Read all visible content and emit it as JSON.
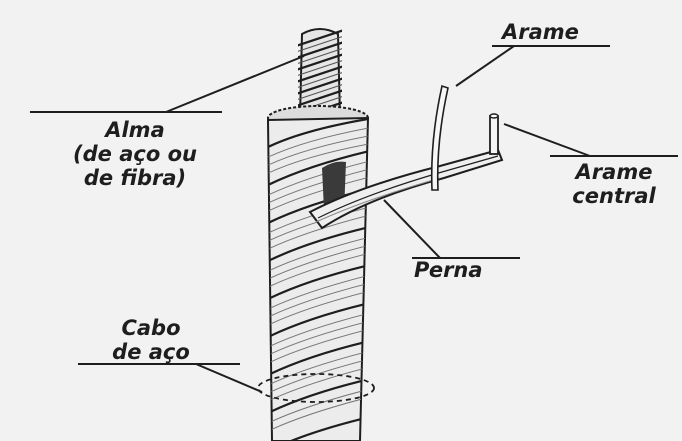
{
  "labels": {
    "arame": "Arame",
    "alma_line1": "Alma",
    "alma_line2": "(de aço ou",
    "alma_line3": "de fibra)",
    "arame_central_line1": "Arame",
    "arame_central_line2": "central",
    "perna": "Perna",
    "cabo_line1": "Cabo",
    "cabo_line2": "de aço"
  },
  "colors": {
    "ink": "#1e1e1e",
    "paper": "#f2f2f2"
  }
}
